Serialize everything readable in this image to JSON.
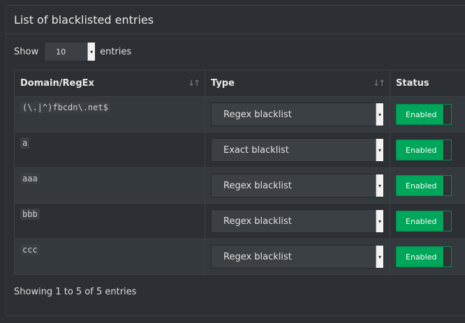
{
  "panel": {
    "title": "List of blacklisted entries"
  },
  "length": {
    "show_label": "Show",
    "value": "10",
    "entries_label": "entries"
  },
  "table": {
    "headers": {
      "domain": "Domain/RegEx",
      "type": "Type",
      "status": "Status"
    },
    "rows": [
      {
        "domain": "(\\.|^)fbcdn\\.net$",
        "type": "Regex blacklist",
        "status": "Enabled"
      },
      {
        "domain": "a",
        "type": "Exact blacklist",
        "status": "Enabled"
      },
      {
        "domain": "aaa",
        "type": "Regex blacklist",
        "status": "Enabled"
      },
      {
        "domain": "bbb",
        "type": "Regex blacklist",
        "status": "Enabled"
      },
      {
        "domain": "ccc",
        "type": "Regex blacklist",
        "status": "Enabled"
      }
    ]
  },
  "footer": {
    "info": "Showing 1 to 5 of 5 entries"
  },
  "colors": {
    "enabled": "#00a65a",
    "background": "#2c3034"
  }
}
